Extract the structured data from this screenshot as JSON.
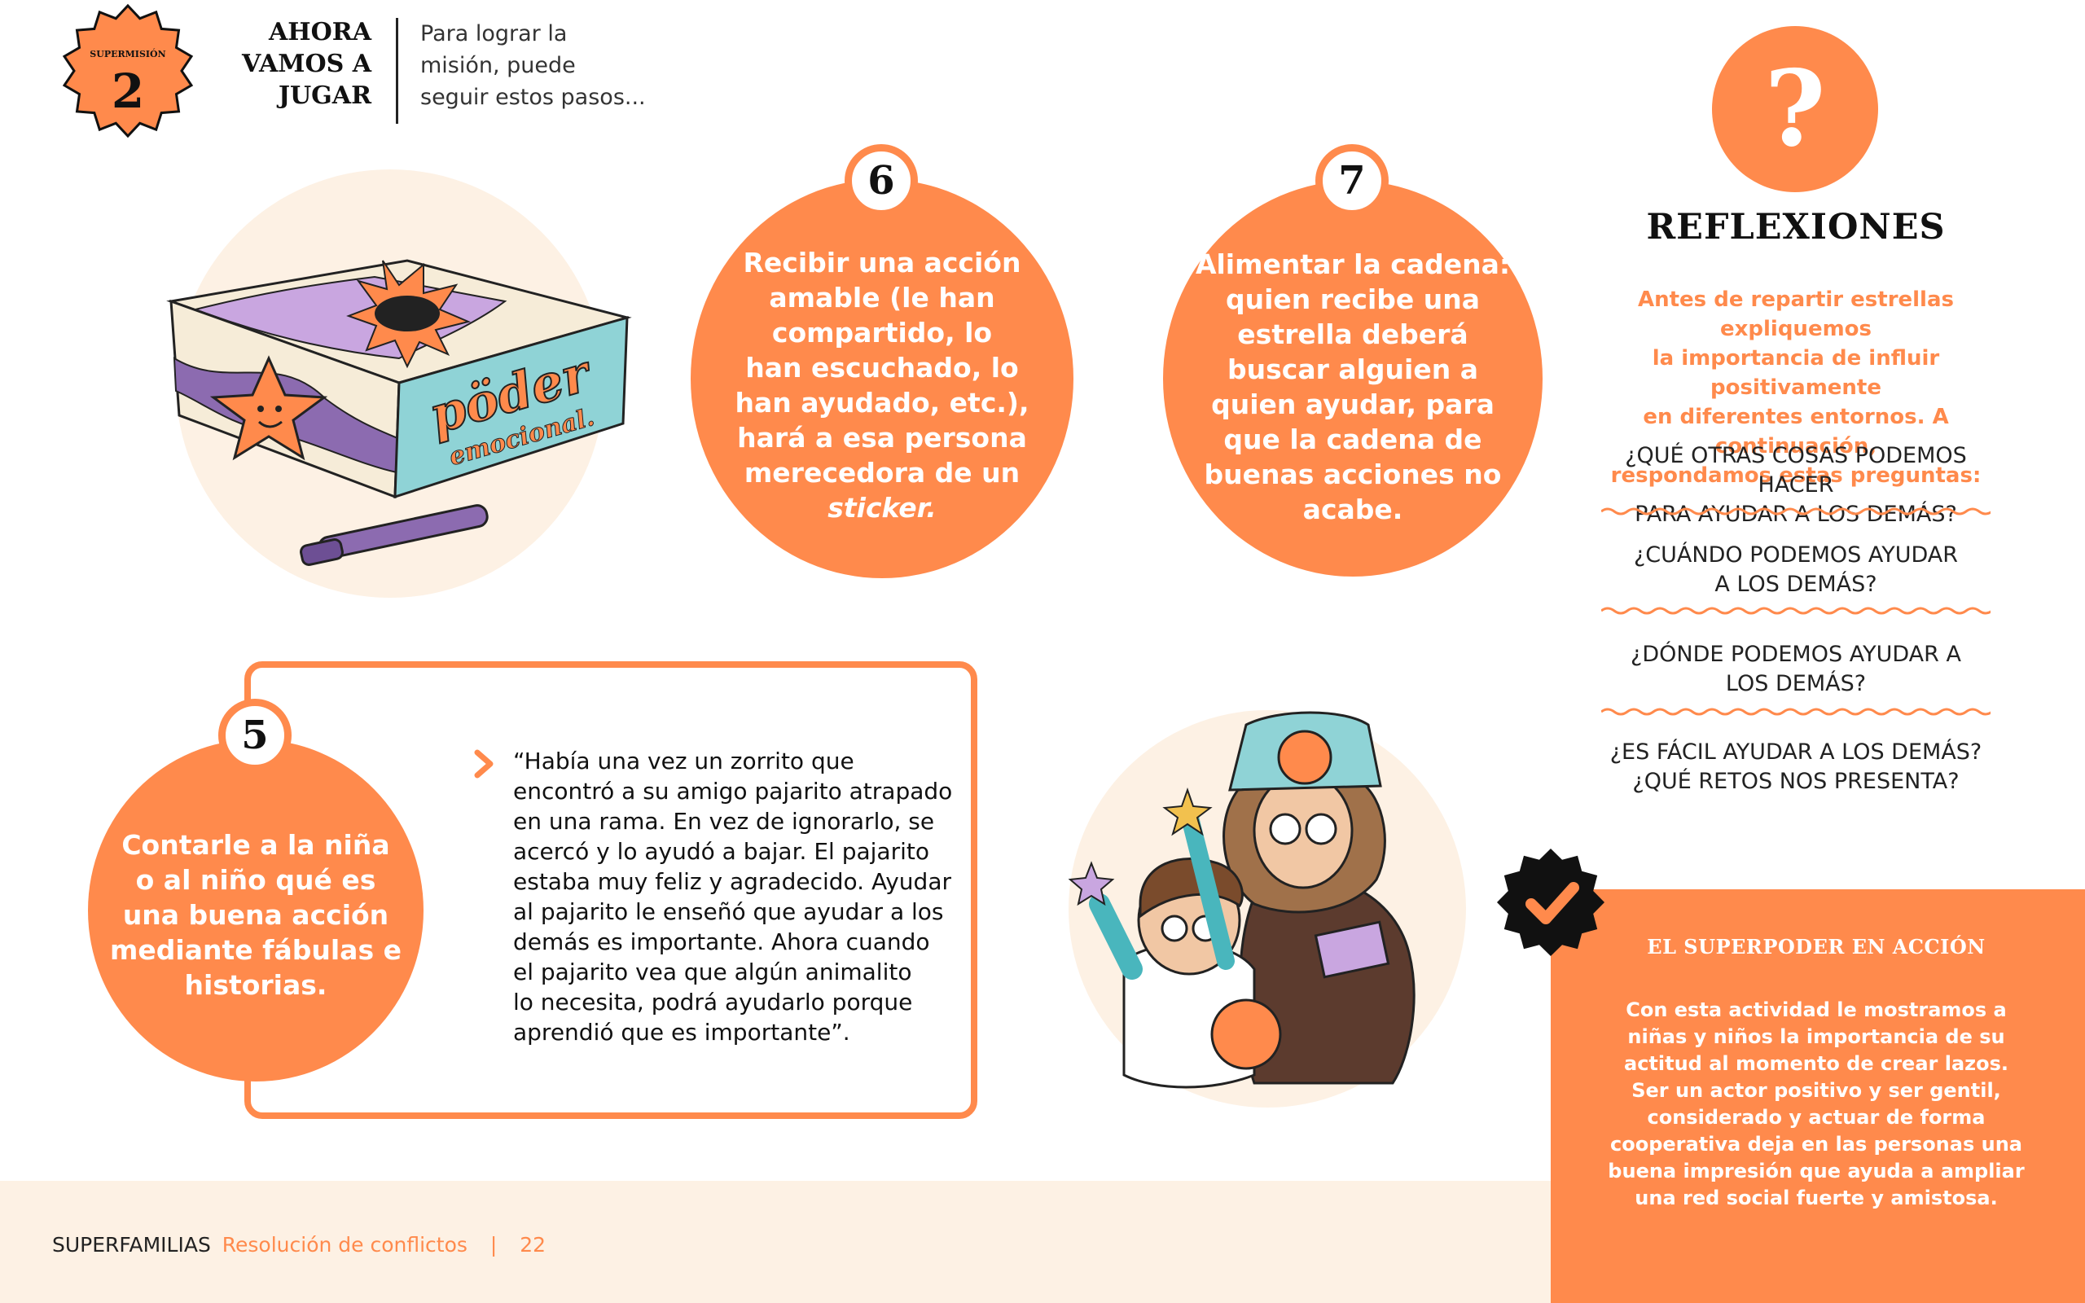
{
  "header": {
    "badge_top": "SUPERMISIÓN",
    "badge_number": "2",
    "title_lines": [
      "AHORA",
      "VAMOS A",
      "JUGAR"
    ],
    "intro_lines": [
      "Para lograr la",
      "misión, puede",
      "seguir estos pasos..."
    ]
  },
  "steps": {
    "step6": {
      "number": "6",
      "lines": [
        "Recibir una acción",
        "amable (le han",
        "compartido, lo",
        "han escuchado, lo",
        "han ayudado, etc.),",
        "hará a esa persona",
        "merecedora de un"
      ],
      "last_word": "sticker."
    },
    "step7": {
      "number": "7",
      "lines": [
        "Alimentar la cadena:",
        "quien recibe una",
        "estrella deberá",
        "buscar alguien a",
        "quien ayudar, para",
        "que la cadena de",
        "buenas acciones no",
        "acabe."
      ]
    },
    "step5": {
      "number": "5",
      "lines": [
        "Contarle a la niña",
        "o al niño qué es",
        "una buena acción",
        "mediante fábulas e",
        "historias."
      ]
    }
  },
  "fable": {
    "lines": [
      "“Había una vez un zorrito que",
      "encontró a su amigo pajarito atrapado",
      "en una rama. En vez de ignorarlo, se",
      "acercó y lo ayudó a bajar. El pajarito",
      "estaba muy feliz y agradecido. Ayudar",
      "al pajarito le enseñó que ayudar a los",
      "demás es importante. Ahora cuando",
      "el pajarito vea que algún animalito",
      "lo necesita, podrá ayudarlo porque",
      "aprendió que es importante”."
    ]
  },
  "illustration_box": {
    "logo_lines": [
      "pöder",
      "emocional."
    ]
  },
  "reflexiones": {
    "icon": "question-mark-icon",
    "glyph": "?",
    "title": "REFLEXIONES",
    "intro_lines": [
      "Antes de repartir estrellas expliquemos",
      "la importancia de influir positivamente",
      "en diferentes entornos. A continuación,",
      "respondamos estas preguntas:"
    ],
    "questions": [
      [
        "¿QUÉ OTRAS COSAS PODEMOS HACER",
        "PARA AYUDAR A LOS DEMÁS?"
      ],
      [
        "¿CUÁNDO PODEMOS AYUDAR",
        "A LOS DEMÁS?"
      ],
      [
        "¿DÓNDE PODEMOS AYUDAR A",
        "LOS DEMÁS?"
      ],
      [
        "¿ES FÁCIL AYUDAR A LOS DEMÁS?",
        "¿QUÉ RETOS NOS PRESENTA?"
      ]
    ]
  },
  "superpoder": {
    "icon": "check-badge-icon",
    "title": "EL SUPERPODER EN ACCIÓN",
    "lines": [
      "Con esta actividad le mostramos a",
      "niñas y niños la importancia de su",
      "actitud al momento de crear lazos.",
      "Ser un actor positivo y ser gentil,",
      "considerado y actuar de forma",
      "cooperativa deja en las personas una",
      "buena impresión que ayuda a ampliar",
      "una red social fuerte y amistosa."
    ]
  },
  "footer": {
    "brand": "SUPERFAMILIAS",
    "section": "Resolución de conflictos",
    "separator": "|",
    "page": "22"
  },
  "colors": {
    "accent": "#ff8a4c",
    "cream": "#fdf1e4",
    "text": "#1a1a1a"
  }
}
